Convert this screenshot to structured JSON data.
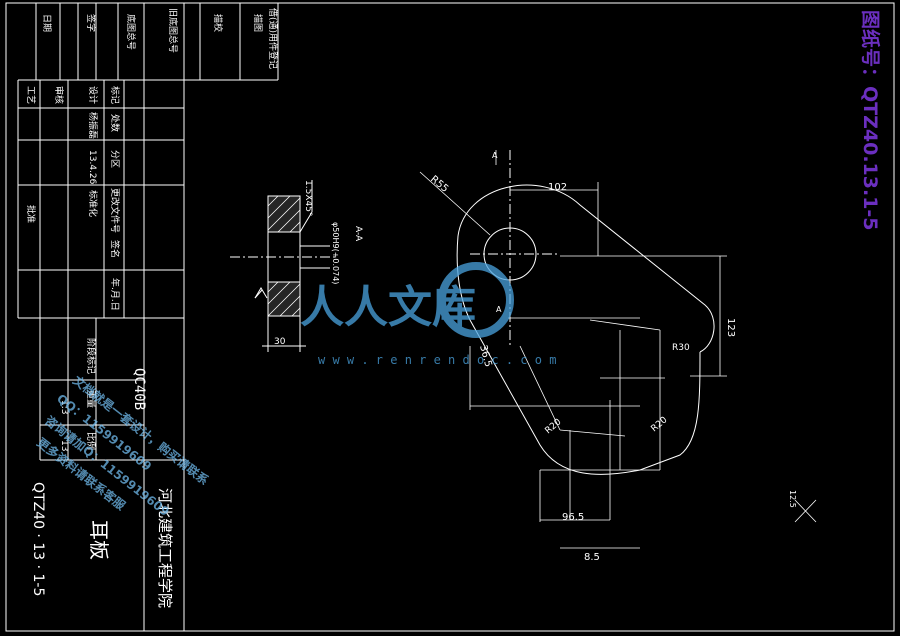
{
  "drawing": {
    "part_name": "耳板",
    "drawing_number": "QTZ40 · 13 · 1-5",
    "company": "河北建筑工程学院",
    "model": "QC40B",
    "scale_value": "1:3",
    "sheet_value": "13",
    "design_date": "13.4.26",
    "title_block_labels": {
      "designer": "设计",
      "standardization": "标准化",
      "process": "工艺",
      "review": "审核",
      "approve": "批准",
      "mark": "标记",
      "count": "处数",
      "zone": "分区",
      "change_doc": "更改文件号",
      "signature": "签名",
      "date_ymd": "年.月.日",
      "stage_mark": "阶段标记",
      "weight": "重量",
      "scale": "比例",
      "designer_name": "杨振磊",
      "std_name": "标准化",
      "top_labels": [
        "描图",
        "描校",
        "底图总号",
        "签字",
        "日期",
        "旧底图总号",
        "借(通)用件登记"
      ]
    }
  },
  "side_label": "图纸号：QTZ40.13.1-5",
  "dimensions": {
    "r55": "R55",
    "d102": "102",
    "d123": "123",
    "r30": "R30",
    "r20a": "R20",
    "r20b": "R20",
    "d36_5": "36.5",
    "d96_5": "96.5",
    "d8_5": "8.5",
    "d30": "30",
    "chamfer": "1.5X45°",
    "hole_spec": "φ50H9(+0.074)",
    "section_view": "A-A",
    "arrow_a": "A",
    "arrow_b": "A",
    "roughness": "12.5",
    "roughness_sym": "√"
  },
  "watermark": {
    "brand": "人人文库",
    "site": "w w w . r e n r e n d o c . c o m",
    "diag_lines": [
      "文档就是一套设计，购买请联系",
      "QQ：1159919609",
      "咨询请加Q：1159919609",
      "更多资料请联系客服"
    ]
  },
  "colors": {
    "background": "#000000",
    "lines": "#ffffff",
    "purple": "#6b2fbf",
    "watermark_blue": "#4aa3df"
  }
}
